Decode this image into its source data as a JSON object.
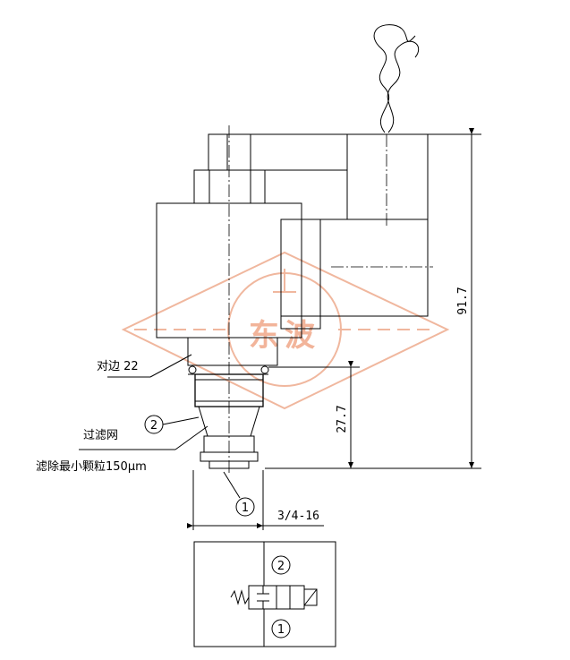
{
  "labels": {
    "flat_width": "对边 22",
    "filter": "过滤网",
    "filter_spec": "滤除最小颗粒150μm",
    "thread": "3/4-16"
  },
  "dimensions": {
    "overall_height": "91.7",
    "thread_length": "27.7"
  },
  "callouts": {
    "port_1": "1",
    "port_2": "2",
    "symbol_port_1": "1",
    "symbol_port_2": "2"
  },
  "watermark": {
    "text": "东波",
    "color": "#f0b79e"
  }
}
